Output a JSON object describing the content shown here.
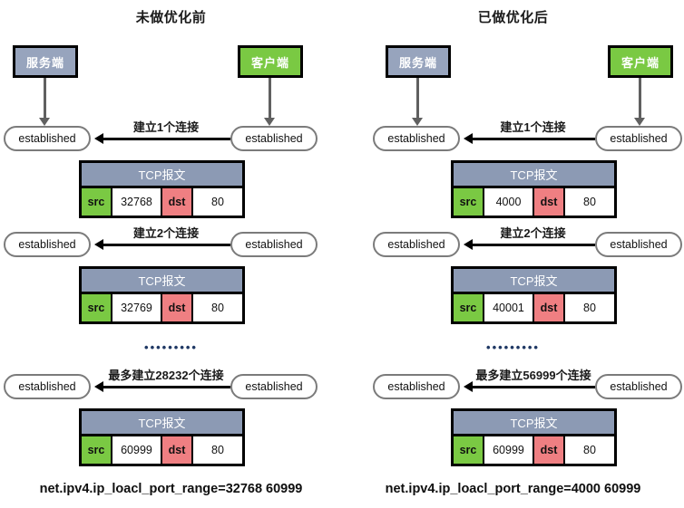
{
  "panels": [
    {
      "id": "before",
      "title": "未做优化前",
      "server_label": "服务端",
      "client_label": "客户端",
      "state_label": "established",
      "sysctl": "net.ipv4.ip_loacl_port_range=32768  60999",
      "separator": "•••••••••",
      "rows": [
        {
          "arrow_label": "建立1个连接",
          "packet": {
            "header": "TCP报文",
            "src_label": "src",
            "src_value": "32768",
            "dst_label": "dst",
            "dst_value": "80"
          }
        },
        {
          "arrow_label": "建立2个连接",
          "packet": {
            "header": "TCP报文",
            "src_label": "src",
            "src_value": "32769",
            "dst_label": "dst",
            "dst_value": "80"
          }
        },
        {
          "arrow_label": "最多建立28232个连接",
          "packet": {
            "header": "TCP报文",
            "src_label": "src",
            "src_value": "60999",
            "dst_label": "dst",
            "dst_value": "80"
          }
        }
      ]
    },
    {
      "id": "after",
      "title": "已做优化后",
      "server_label": "服务端",
      "client_label": "客户端",
      "state_label": "established",
      "sysctl": "net.ipv4.ip_loacl_port_range=4000  60999",
      "separator": "•••••••••",
      "rows": [
        {
          "arrow_label": "建立1个连接",
          "packet": {
            "header": "TCP报文",
            "src_label": "src",
            "src_value": "4000",
            "dst_label": "dst",
            "dst_value": "80"
          }
        },
        {
          "arrow_label": "建立2个连接",
          "packet": {
            "header": "TCP报文",
            "src_label": "src",
            "src_value": "40001",
            "dst_label": "dst",
            "dst_value": "80"
          }
        },
        {
          "arrow_label": "最多建立56999个连接",
          "packet": {
            "header": "TCP报文",
            "src_label": "src",
            "src_value": "60999",
            "dst_label": "dst",
            "dst_value": "80"
          }
        }
      ]
    }
  ],
  "colors": {
    "server_box": "#97a4bd",
    "client_box": "#7ac943",
    "packet_header": "#8c9ab4",
    "src_cell": "#7ac943",
    "dst_cell": "#ef7f82",
    "node_border": "#7b7b7b",
    "arrow": "#000000",
    "down_arrow": "#606060",
    "separator_dots": "#1f3864"
  }
}
